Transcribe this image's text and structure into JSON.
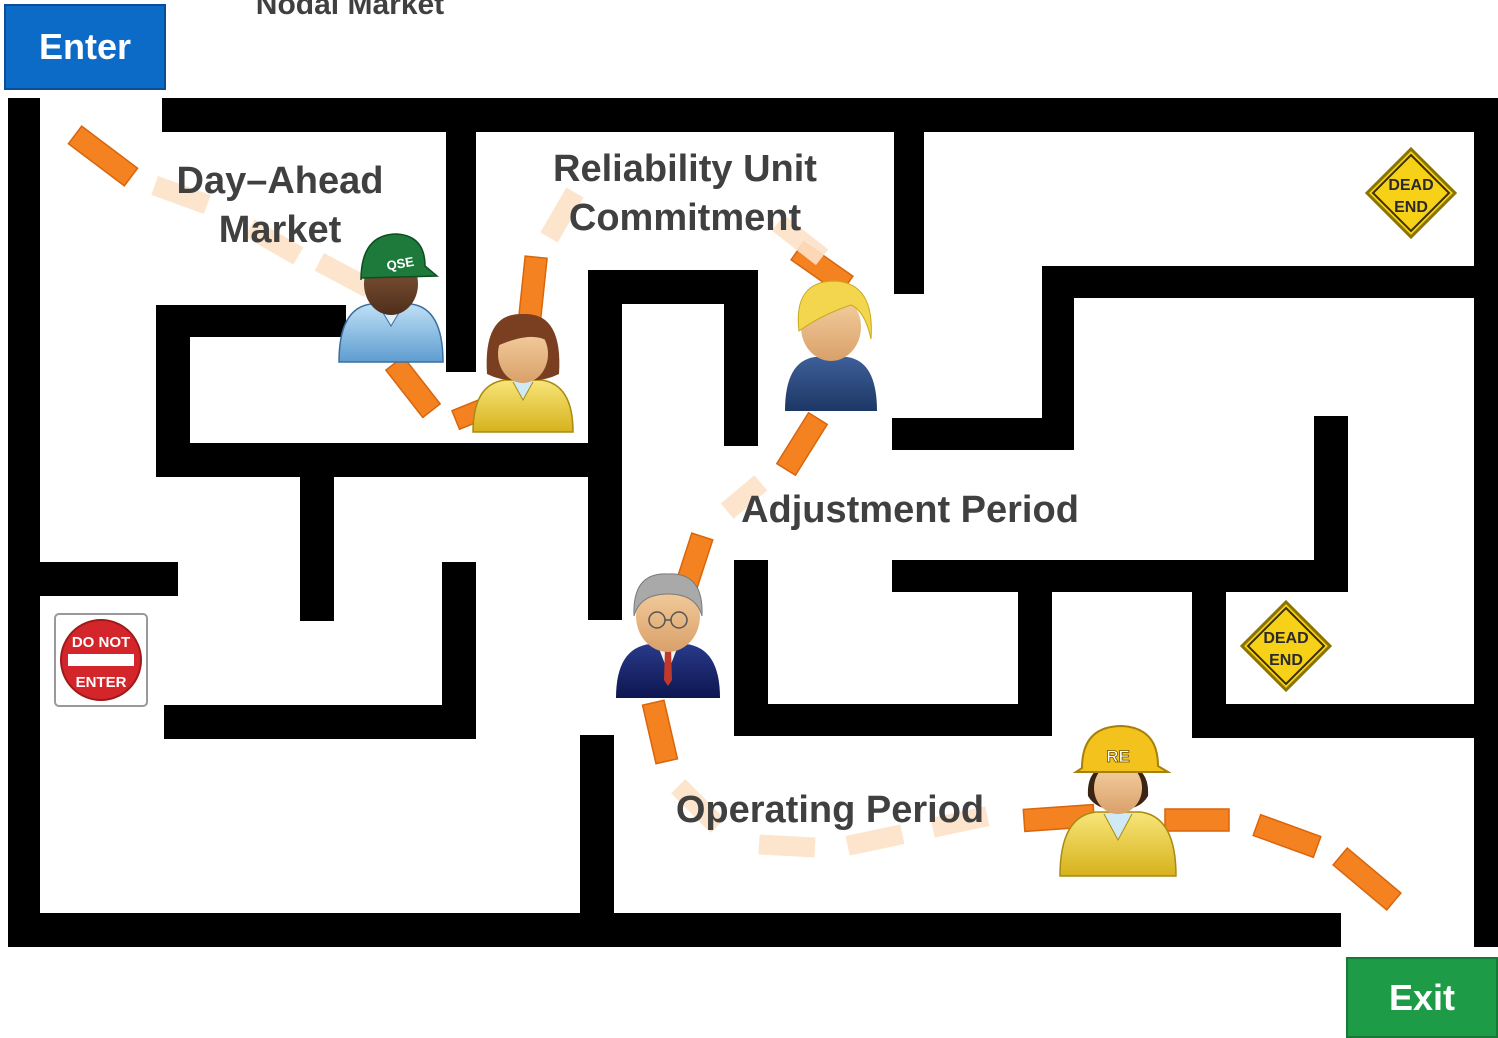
{
  "title": "Nodal Market",
  "buttons": {
    "enter": "Enter",
    "exit": "Exit"
  },
  "stages": [
    {
      "label": "Day–Ahead\nMarket"
    },
    {
      "label": "Reliability Unit\nCommitment"
    },
    {
      "label": "Adjustment Period"
    },
    {
      "label": "Operating Period"
    }
  ],
  "signs": {
    "do_not_enter": {
      "line1": "DO NOT",
      "line2": "ENTER"
    },
    "dead_end": {
      "line1": "DEAD",
      "line2": "END"
    }
  },
  "badges": {
    "qse": "QSE",
    "re": "RE"
  },
  "colors": {
    "enter": "#0b6bc7",
    "exit": "#1d9b47",
    "wall": "#000000",
    "path": "#f58220",
    "path_faded": "#fde3c8",
    "sign_yellow": "#f7d117",
    "sign_red": "#d4262a",
    "label_text": "#404040"
  }
}
